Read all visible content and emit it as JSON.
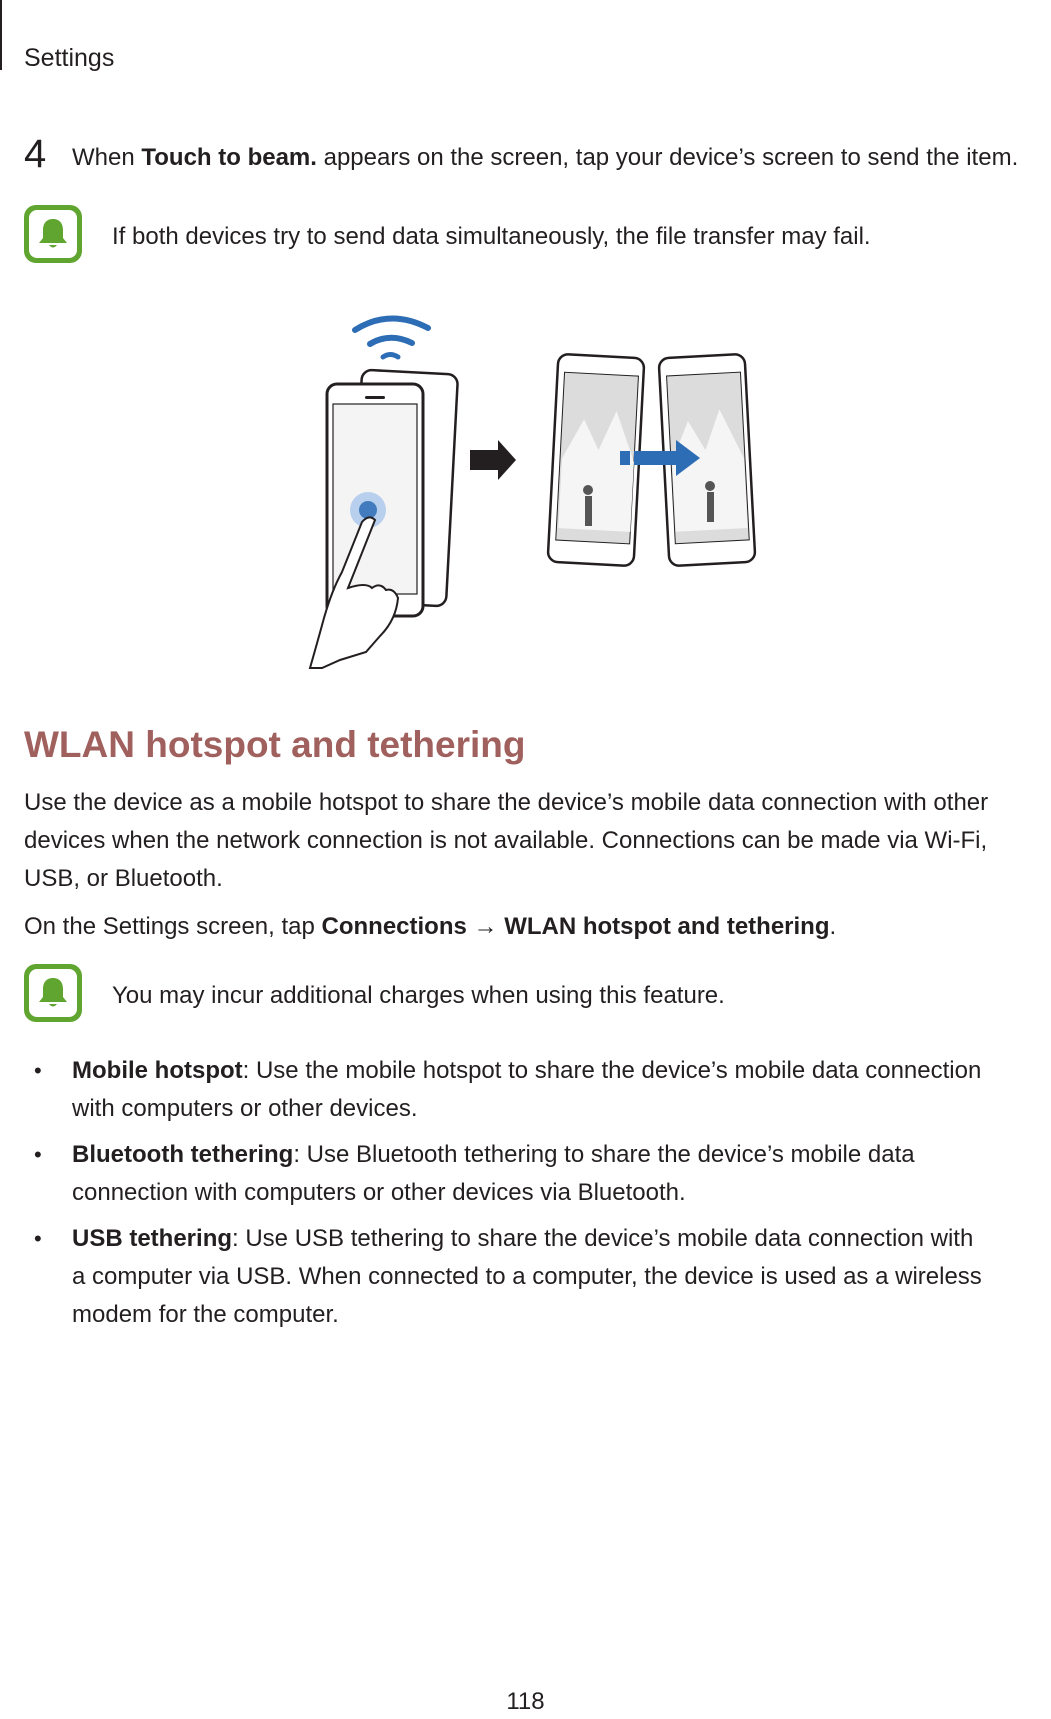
{
  "header": {
    "section": "Settings"
  },
  "step4": {
    "number": "4",
    "prefix": "When ",
    "bold": "Touch to beam.",
    "suffix": " appears on the screen, tap your device’s screen to send the item."
  },
  "note1": {
    "icon": "bell-icon",
    "text": "If both devices try to send data simultaneously, the file transfer may fail."
  },
  "section": {
    "title": "WLAN hotspot and tethering",
    "intro_line1": "Use the device as a mobile hotspot to share the device’s mobile data connection with other",
    "intro_line2": "devices when the network connection is not available. Connections can be made via Wi-Fi,",
    "intro_line3": "USB, or Bluetooth.",
    "path_prefix": "On the Settings screen, tap ",
    "path_item1": "Connections",
    "path_arrow": " → ",
    "path_item2": "WLAN hotspot and tethering",
    "path_suffix": "."
  },
  "note2": {
    "icon": "bell-icon",
    "text": "You may incur additional charges when using this feature."
  },
  "bullets": [
    {
      "term": "Mobile hotspot",
      "line1": ": Use the mobile hotspot to share the device’s mobile data connection",
      "line2": "with computers or other devices."
    },
    {
      "term": "Bluetooth tethering",
      "line1": ": Use Bluetooth tethering to share the device’s mobile data",
      "line2": "connection with computers or other devices via Bluetooth."
    },
    {
      "term": "USB tethering",
      "line1": ": Use USB tethering to share the device’s mobile data connection with",
      "line2": "a computer via USB. When connected to a computer, the device is used as a wireless",
      "line3": "modem for the computer."
    }
  ],
  "colors": {
    "heading": "#a0615e",
    "note_icon": "#5fa52f",
    "beam_blue": "#2d6db5"
  },
  "footer": {
    "page_number": "118"
  }
}
